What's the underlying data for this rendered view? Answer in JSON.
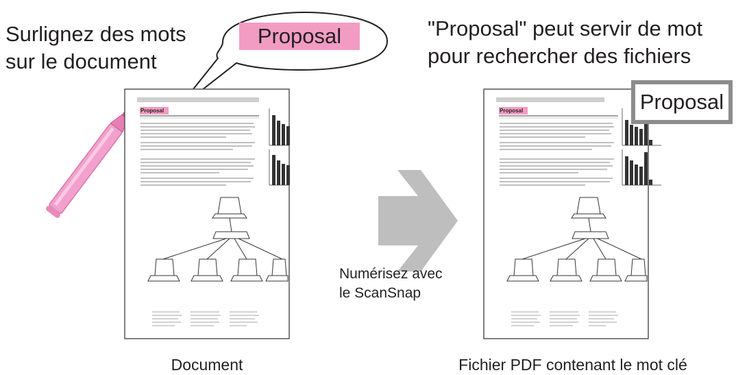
{
  "left": {
    "instruction_line1": "Surlignez des mots",
    "instruction_line2": "sur le document",
    "bubble_word": "Proposal",
    "doc_heading": "Proposal",
    "caption": "Document"
  },
  "middle": {
    "step_line1": "Numérisez avec",
    "step_line2": "le ScanSnap"
  },
  "right": {
    "result_line1": "\"Proposal\" peut servir de mot",
    "result_line2": "pour rechercher des fichiers",
    "keyword_box": "Proposal",
    "doc_heading": "Proposal",
    "caption": "Fichier PDF contenant le mot clé"
  },
  "colors": {
    "highlight": "#f29cc4",
    "arrow": "#bebebe",
    "box_border": "#8c8c8c",
    "marker": "#f2a0cd"
  }
}
